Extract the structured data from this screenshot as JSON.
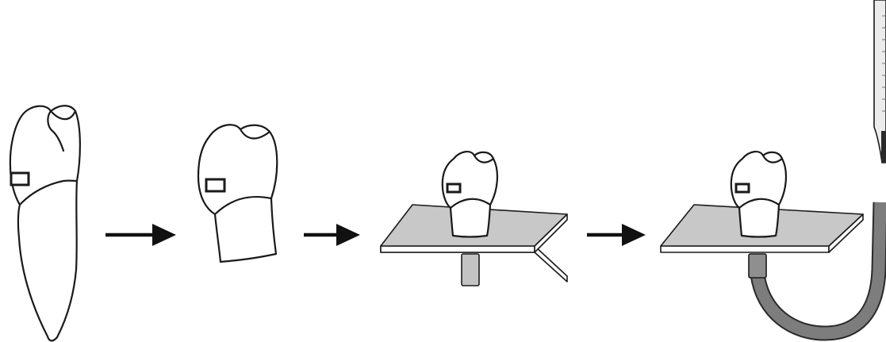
{
  "figure": {
    "steps": [
      {
        "name": "extracted-tooth"
      },
      {
        "name": "crown-section"
      },
      {
        "name": "crown-mounted-on-plate"
      },
      {
        "name": "crown-on-plate-connected-to-pipette"
      }
    ],
    "arrows": 3,
    "colors": {
      "plate": "#c8c8c8",
      "connector": "#c3c3c3",
      "tubing": "#7d7d7d",
      "outline": "#1a1a1a"
    }
  }
}
